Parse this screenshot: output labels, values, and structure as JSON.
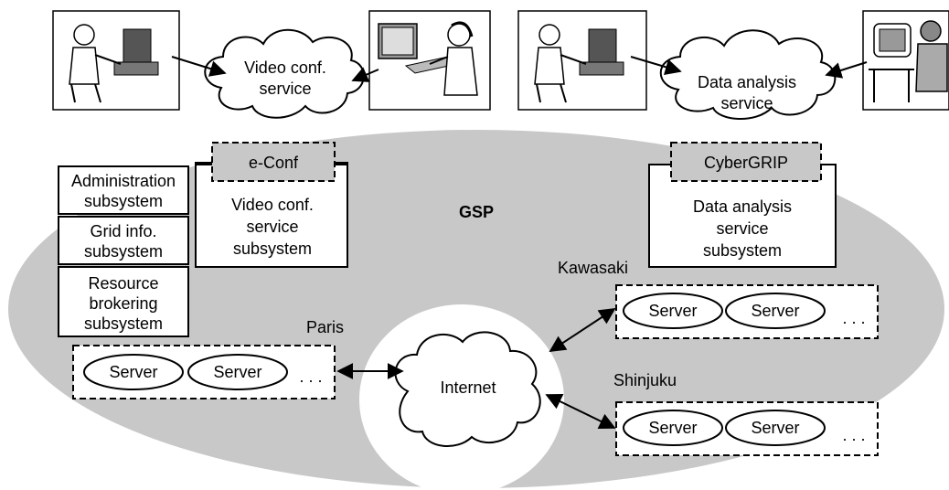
{
  "clouds": {
    "video_conf": [
      "Video conf.",
      "service"
    ],
    "data_analysis": [
      "Data analysis",
      "service"
    ],
    "internet": "Internet"
  },
  "region_label": "GSP",
  "tags": {
    "econf": "e-Conf",
    "cybergrip": "CyberGRIP"
  },
  "subsystems": {
    "video_conf": [
      "Video conf.",
      "service",
      "subsystem"
    ],
    "data_analysis": [
      "Data analysis",
      "service",
      "subsystem"
    ]
  },
  "stack": {
    "administration": [
      "Administration",
      "subsystem"
    ],
    "grid_info": [
      "Grid info.",
      "subsystem"
    ],
    "resource_brokering": [
      "Resource",
      "brokering",
      "subsystem"
    ]
  },
  "sites": {
    "paris": {
      "name": "Paris",
      "servers": [
        "Server",
        "Server"
      ],
      "more": ". . ."
    },
    "kawasaki": {
      "name": "Kawasaki",
      "servers": [
        "Server",
        "Server"
      ],
      "more": ". . ."
    },
    "shinjuku": {
      "name": "Shinjuku",
      "servers": [
        "Server",
        "Server"
      ],
      "more": ". . ."
    }
  },
  "colors": {
    "gsp_region": "#c8c8c8",
    "tag_fill": "#c8c8c8",
    "line": "#000000",
    "background": "#ffffff"
  }
}
